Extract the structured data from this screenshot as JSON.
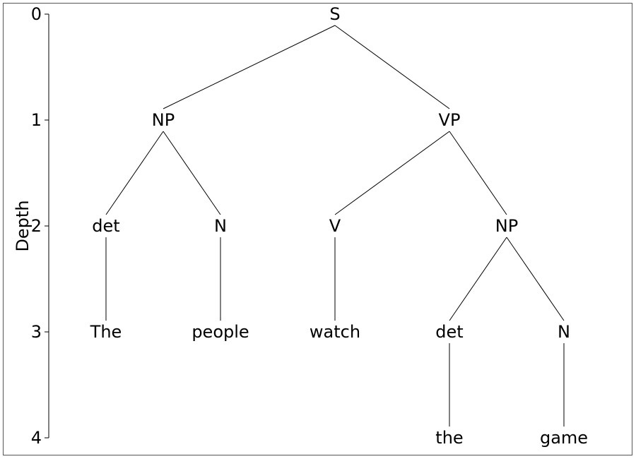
{
  "chart_data": {
    "type": "tree",
    "ylabel": "Depth",
    "y_ticks": [
      "0",
      "1",
      "2",
      "3",
      "4"
    ],
    "ylim": [
      0,
      4
    ],
    "nodes": [
      {
        "id": "s",
        "label": "S",
        "depth": 0,
        "parent": null
      },
      {
        "id": "np1",
        "label": "NP",
        "depth": 1,
        "parent": "s"
      },
      {
        "id": "vp",
        "label": "VP",
        "depth": 1,
        "parent": "s"
      },
      {
        "id": "det1",
        "label": "det",
        "depth": 2,
        "parent": "np1"
      },
      {
        "id": "n1",
        "label": "N",
        "depth": 2,
        "parent": "np1"
      },
      {
        "id": "v",
        "label": "V",
        "depth": 2,
        "parent": "vp"
      },
      {
        "id": "np2",
        "label": "NP",
        "depth": 2,
        "parent": "vp"
      },
      {
        "id": "the1",
        "label": "The",
        "depth": 3,
        "parent": "det1"
      },
      {
        "id": "people",
        "label": "people",
        "depth": 3,
        "parent": "n1"
      },
      {
        "id": "watch",
        "label": "watch",
        "depth": 3,
        "parent": "v"
      },
      {
        "id": "det2",
        "label": "det",
        "depth": 3,
        "parent": "np2"
      },
      {
        "id": "n2",
        "label": "N",
        "depth": 3,
        "parent": "np2"
      },
      {
        "id": "the2",
        "label": "the",
        "depth": 4,
        "parent": "det2"
      },
      {
        "id": "game",
        "label": "game",
        "depth": 4,
        "parent": "n2"
      }
    ]
  }
}
